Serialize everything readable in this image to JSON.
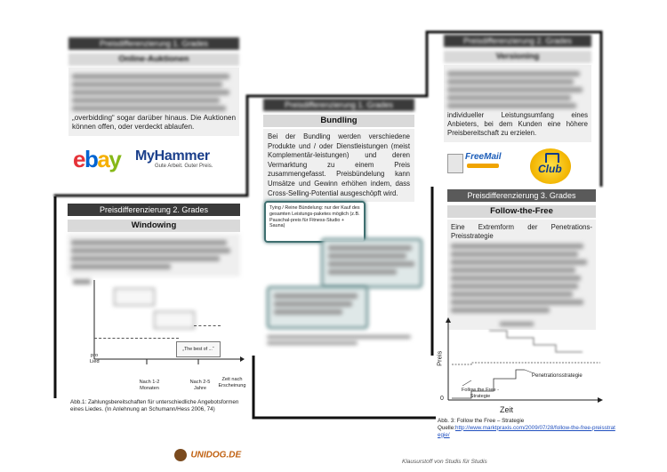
{
  "box_ppd1": {
    "header": "Preisdifferenzierung 1. Grades",
    "subheader": "Online-Auktionen",
    "text_visible": "„overbidding“ sogar darüber hinaus. Die Auktionen können offen, oder verdeckt ablaufen."
  },
  "logos": {
    "ebay": "ebay",
    "myhammer": "MyHammer",
    "myhammer_tagline": "Gute Arbeit. Guter Preis.",
    "freemail": "FreeMail",
    "club": "Club"
  },
  "box_bundling": {
    "header": "Preisdifferenzierung 1. Grades",
    "subheader": "Bundling",
    "text": "Bei der Bundling werden verschiedene Produkte und / oder Dienstleistungen (meist Komplementär-leistungen) und deren Vermarktung zu einem Preis zusammengefasst. Preisbündelung kann Umsätze und Gewinn erhöhen indem, dass Cross-Selling-Potential ausgeschöpft wird.",
    "note_tying": "Tying / Reine Bündelung: nur der Kauf des gesamten Leistungs-paketes möglich (z.B. Pauschal-preis für Fitness-Studio + Sauna)"
  },
  "box_versioning": {
    "header": "Preisdifferenzierung 2. Grades",
    "subheader": "Versioning",
    "text_visible": "individueller Leistungsumfang eines Anbieters, bei dem Kunden eine höhere Preisbereitschaft zu erzielen."
  },
  "box_windowing": {
    "header": "Preisdifferenzierung 2. Grades",
    "subheader": "Windowing",
    "chart": {
      "y_label_top": "pro",
      "y_label_bottom": "Lied",
      "x_labels": [
        "Nach 1-2 Monaten",
        "Nach 2-5 Jahre",
        "Zeit nach Erscheinung"
      ],
      "box_label_best_of": "„The best of ...“"
    },
    "caption": "Abb.1: Zahlungsbereitschaften für unterschiedliche Angebotsformen eines Liedes. (In Anlehnung an Schumann/Hess 2006, 74)"
  },
  "box_follow": {
    "header": "Preisdifferenzierung 3. Grades",
    "subheader": "Follow-the-Free",
    "text_visible": "Eine Extremform der Penetrations-Preisstrategie",
    "chart": {
      "y_label": "Preis",
      "y_zero": "0",
      "x_label": "Zeit",
      "series_penetration": "Penetrationsstrategie",
      "series_follow": "Follow the Free - Strategie"
    },
    "caption_prefix": "Abb. 3: Follow the Free – Strategie",
    "source_prefix": "Quelle:",
    "source_link": "http://www.marktpraxis.com/2009/07/28/follow-the-free-preisstrategie/"
  },
  "footer": {
    "logo": "UNIDOG.DE",
    "right_text": "Klausurstoff von Studis für Studis"
  },
  "colors": {
    "header_bg": "#3a3a3a",
    "subheader_bg": "#d9d9d9",
    "note_teal": "#3f6f70",
    "ebay_red": "#e53238",
    "ebay_blue": "#0064d2",
    "ebay_yellow": "#f5af02",
    "ebay_green": "#86b817",
    "link_blue": "#1f4fbf"
  }
}
